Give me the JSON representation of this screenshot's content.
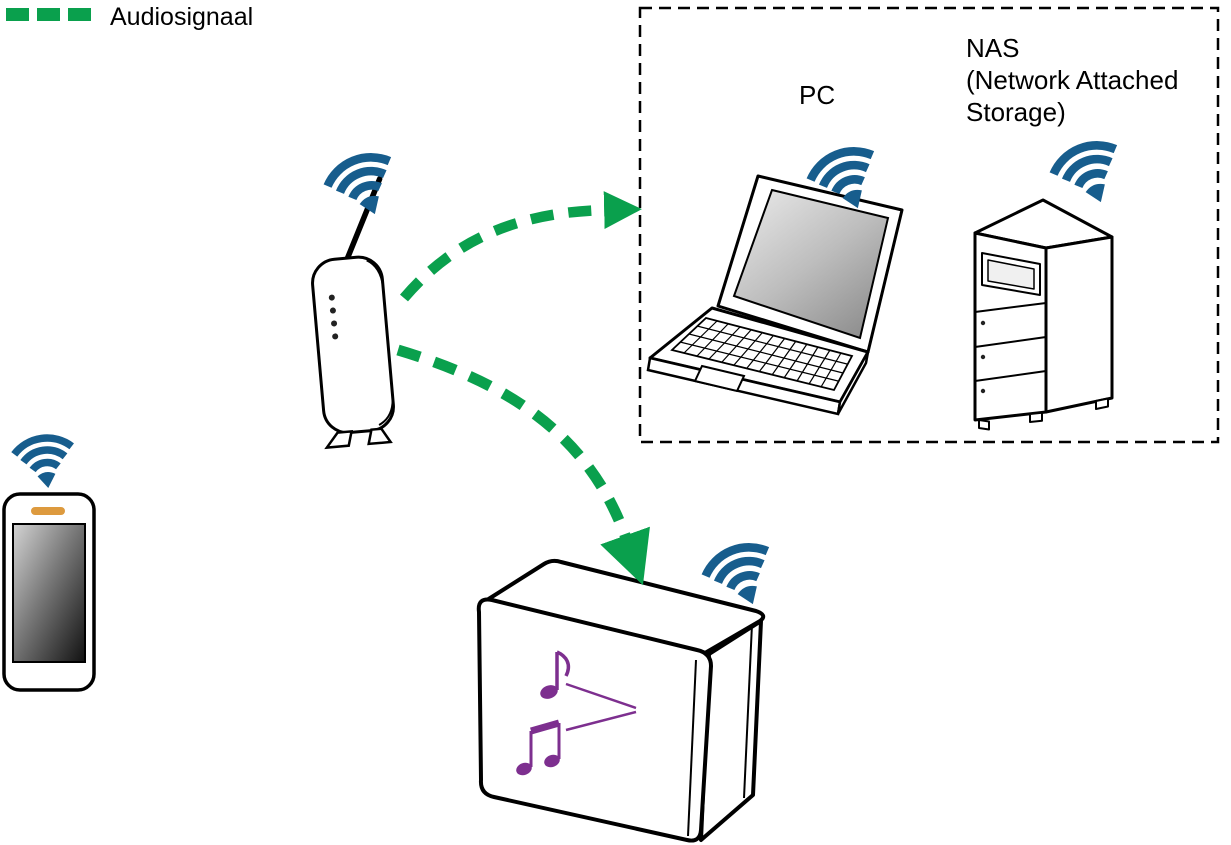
{
  "diagram": {
    "legend": {
      "label": "Audiosignaal"
    },
    "network_box": {
      "pc_label": "PC",
      "nas_label_line1": "NAS",
      "nas_label_line2": "(Network Attached",
      "nas_label_line3": "Storage)"
    }
  },
  "icons": {
    "wifi": "wifi-signal-icon",
    "audio_signal": "green-dashed-arrow",
    "music": "music-notes-icon"
  },
  "colors": {
    "signal_green": "#0aa04d",
    "wifi_blue": "#175d8d",
    "note_purple": "#7d2f8f",
    "phone_slot_orange": "#dd9a3e",
    "outline_black": "#000000"
  }
}
